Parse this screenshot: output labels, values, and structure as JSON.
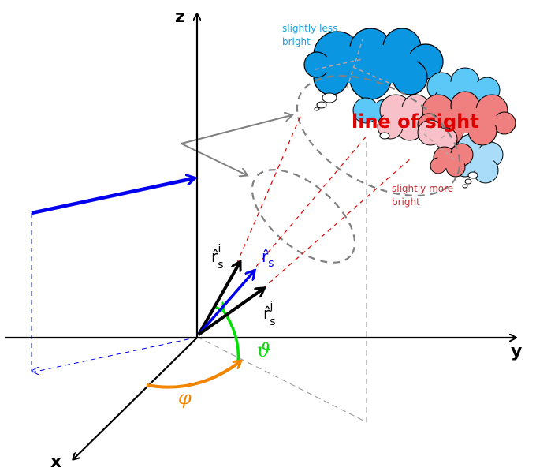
{
  "axes": {
    "z": "z",
    "y": "y",
    "x": "x"
  },
  "angles": {
    "theta": "ϑ",
    "phi": "φ"
  },
  "vectors": {
    "r_hat": "r̂",
    "subscript": "s",
    "sup_i": "i",
    "sup_j": "j"
  },
  "annotations": {
    "line_of_sight": "line of sight",
    "less_bright_line1": "slightly less",
    "less_bright_line2": "bright",
    "more_bright_line1": "slightly more",
    "more_bright_line2": "bright"
  },
  "colors": {
    "theta": "#00e000",
    "phi": "#f28500",
    "main_vector": "#0000ee",
    "line_of_sight": "#e00000",
    "less_bright_text": "#1ba1e2",
    "more_bright_text": "#c0303a",
    "cloud_blue_dark": "#0a96e0",
    "cloud_blue_light": "#5cc8f8",
    "cloud_blue_pale": "#a8dcf8",
    "cloud_red": "#f08080",
    "cloud_red_pale": "#f8c0c8"
  }
}
